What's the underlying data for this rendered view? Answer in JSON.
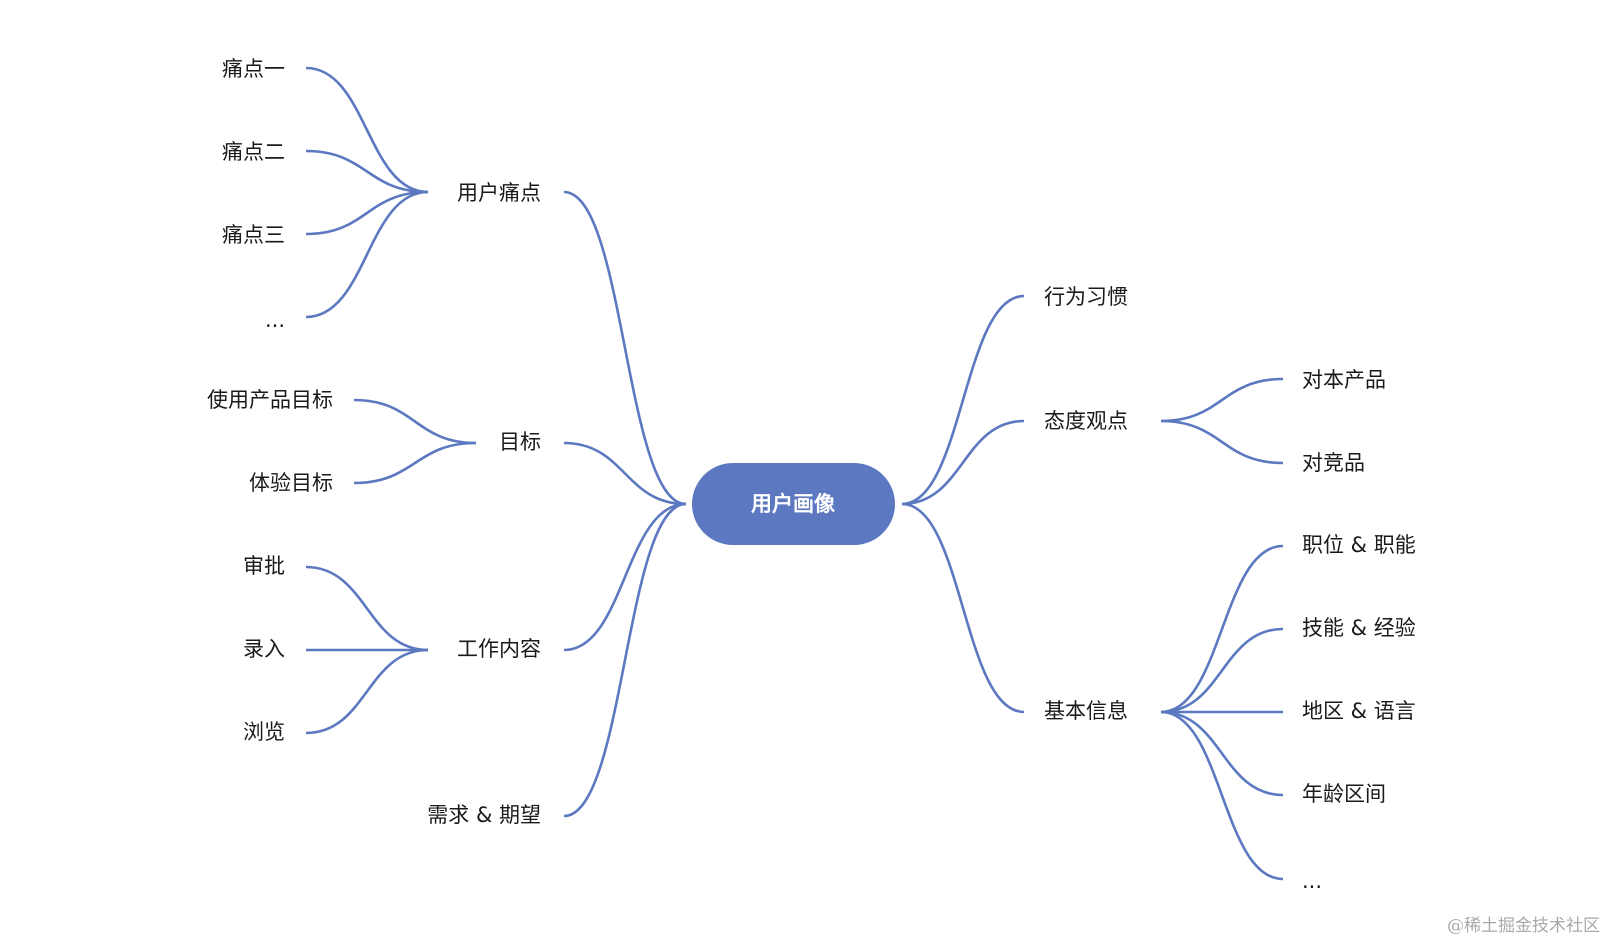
{
  "root": {
    "label": "用户画像"
  },
  "left": [
    {
      "label": "用户痛点",
      "children": [
        {
          "label": "痛点一"
        },
        {
          "label": "痛点二"
        },
        {
          "label": "痛点三"
        },
        {
          "label": "..."
        }
      ]
    },
    {
      "label": "目标",
      "children": [
        {
          "label": "使用产品目标"
        },
        {
          "label": "体验目标"
        }
      ]
    },
    {
      "label": "工作内容",
      "children": [
        {
          "label": "审批"
        },
        {
          "label": "录入"
        },
        {
          "label": "浏览"
        }
      ]
    },
    {
      "label": "需求 & 期望",
      "children": []
    }
  ],
  "right": [
    {
      "label": "行为习惯",
      "children": []
    },
    {
      "label": "态度观点",
      "children": [
        {
          "label": "对本产品"
        },
        {
          "label": "对竞品"
        }
      ]
    },
    {
      "label": "基本信息",
      "children": [
        {
          "label": "职位 & 职能"
        },
        {
          "label": "技能 & 经验"
        },
        {
          "label": "地区 & 语言"
        },
        {
          "label": "年龄区间"
        },
        {
          "label": "..."
        }
      ]
    }
  ],
  "watermark": "@稀土掘金技术社区",
  "colors": {
    "accent": "#5b78c0",
    "text": "#1a1a1a",
    "background": "#ffffff"
  }
}
